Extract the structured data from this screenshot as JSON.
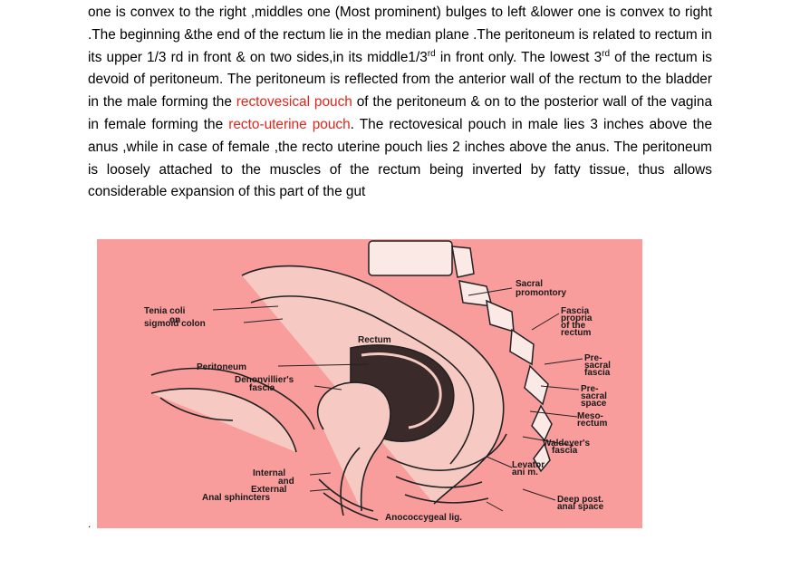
{
  "paragraph": {
    "s1": "one is convex to the right ,middles one (Most prominent) bulges to left  &lower one is convex to right .The  beginning &the end of the rectum lie  in the median plane .The peritoneum  is related to rectum  in its upper 1/3 rd in front & on two sides,in its middle1/3",
    "sup1": "rd",
    "s2": " in front only. The lowest 3",
    "sup2": "rd",
    "s3": " of the rectum is devoid of peritoneum. The peritoneum is reflected from the anterior wall of the rectum to the bladder in the male forming the ",
    "term1": "rectovesical pouch",
    "s4": " of the peritoneum & on to the posterior wall of the vagina in female forming the ",
    "term2": "recto-uterine pouch",
    "s5": ". The rectovesical pouch in male  lies 3 inches above the anus ,while in case of female ,the recto uterine pouch lies 2 inches above the anus. The peritoneum is loosely  attached to the muscles of the rectum being inverted by fatty tissue, thus allows  considerable expansion of this part of the gut"
  },
  "figure": {
    "background": "#f99c9c",
    "labels": {
      "tenia_1": "Tenia coli",
      "tenia_2": "on",
      "tenia_3": "sigmoid colon",
      "rectum": "Rectum",
      "peritoneum": "Peritoneum",
      "denon_1": "Denonvillier's",
      "denon_2": "fascia",
      "sphinct_1": "Internal",
      "sphinct_2": "and",
      "sphinct_3": "External",
      "sphinct_4": "Anal sphincters",
      "sacral_1": "Sacral",
      "sacral_2": "promontory",
      "fascia_1": "Fascia",
      "fascia_2": "propria",
      "fascia_3": "of the",
      "fascia_4": "rectum",
      "presf_1": "Pre-",
      "presf_2": "sacral",
      "presf_3": "fascia",
      "press_1": "Pre-",
      "press_2": "sacral",
      "press_3": "space",
      "meso_1": "Meso-",
      "meso_2": "rectum",
      "wald_1": "Waldeyer's",
      "wald_2": "fascia",
      "lev_1": "Levator",
      "lev_2": "ani m.",
      "deep_1": "Deep post.",
      "deep_2": "anal space",
      "anococ": "Anococcygeal lig."
    }
  },
  "trailing_mark": "."
}
